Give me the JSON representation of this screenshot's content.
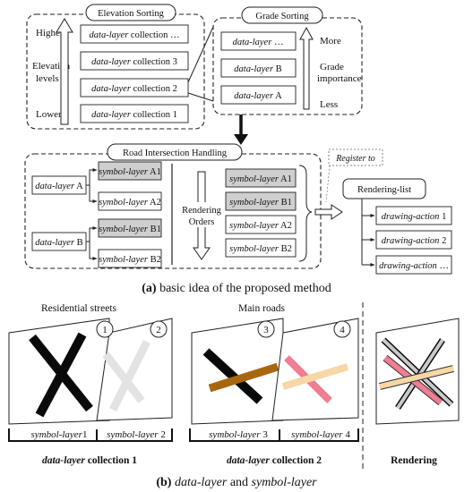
{
  "figure_a": {
    "elevation_sorting": {
      "title": "Elevation Sorting",
      "higher": "Higher",
      "levels": [
        "Elevation",
        "levels"
      ],
      "lower": "Lower",
      "items": [
        {
          "italic": "data-layer",
          "rest": " collection …"
        },
        {
          "italic": "data-layer",
          "rest": " collection 3"
        },
        {
          "italic": "data-layer",
          "rest": " collection 2"
        },
        {
          "italic": "data-layer",
          "rest": " collection 1"
        }
      ]
    },
    "grade_sorting": {
      "title": "Grade Sorting",
      "items": [
        {
          "italic": "data-layer",
          "rest": "    …"
        },
        {
          "italic": "data-layer",
          "rest": "    B"
        },
        {
          "italic": "data-layer",
          "rest": "    A"
        }
      ],
      "more": "More",
      "importance": [
        "Grade",
        "importance"
      ],
      "less": "Less"
    },
    "road_intersection": {
      "title": "Road Intersection Handling",
      "data_layer_a": {
        "italic": "data-layer",
        "rest": " A"
      },
      "data_layer_b": {
        "italic": "data-layer",
        "rest": " B"
      },
      "symbols_a": [
        {
          "italic": "symbol-layer",
          "rest": " A1"
        },
        {
          "italic": "symbol-layer",
          "rest": " A2"
        }
      ],
      "symbols_b": [
        {
          "italic": "symbol-layer",
          "rest": " B1"
        },
        {
          "italic": "symbol-layer",
          "rest": " B2"
        }
      ],
      "rendering_orders": [
        "Rendering",
        "Orders"
      ],
      "ordered": [
        {
          "italic": "symbol-layer",
          "rest": " A1"
        },
        {
          "italic": "symbol-layer",
          "rest": " B1"
        },
        {
          "italic": "symbol-layer",
          "rest": " A2"
        },
        {
          "italic": "symbol-layer",
          "rest": " B2"
        }
      ]
    },
    "register_to": "Register to",
    "rendering_list": {
      "title": "Rendering-list",
      "actions": [
        {
          "italic": "drawing-action",
          "rest": " 1"
        },
        {
          "italic": "drawing-action",
          "rest": " 2"
        },
        {
          "italic": "drawing-action",
          "rest": " …"
        }
      ]
    },
    "caption": {
      "label": "(a)",
      "text": " basic idea of the proposed method"
    }
  },
  "figure_b": {
    "residential_streets": "Residential streets",
    "main_roads": "Main roads",
    "panel_numbers": [
      "1",
      "2",
      "3",
      "4"
    ],
    "symbol_labels": [
      {
        "italic": "symbol-layer",
        "rest": "1"
      },
      {
        "italic": "symbol-layer",
        "rest": " 2"
      },
      {
        "italic": "symbol-layer",
        "rest": " 3"
      },
      {
        "italic": "symbol-layer",
        "rest": " 4"
      }
    ],
    "collection_1": {
      "italic": "data-layer",
      "rest": " collection 1"
    },
    "collection_2": {
      "italic": "data-layer",
      "rest": " collection 2"
    },
    "rendering": "Rendering",
    "caption": {
      "label": "(b)",
      "italic_1": "data-layer",
      "middle": " and ",
      "italic_2": "symbol-layer"
    }
  },
  "colors": {
    "highlight_box": "#cfcfcf",
    "road_black": "#0a0a0a",
    "road_light_gray": "#e3e3e3",
    "road_brown": "#a8660e",
    "road_pink": "#f07d92",
    "road_beige": "#f8d7a6"
  }
}
